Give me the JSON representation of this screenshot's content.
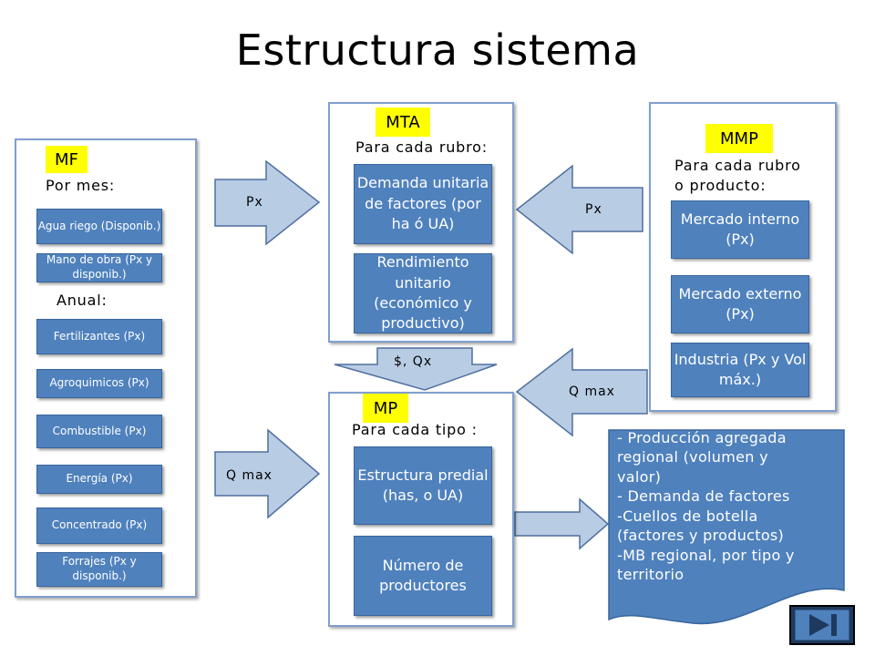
{
  "title": "Estructura sistema",
  "mf": {
    "tag": "MF",
    "por_mes": "Por mes:",
    "anual": "Anual:",
    "boxes": [
      "Agua riego (Disponib.)",
      "Mano de obra (Px y disponib.)",
      "Fertilizantes (Px)",
      "Agroquimicos (Px)",
      "Combustible (Px)",
      "Energía (Px)",
      "Concentrado (Px)",
      "Forrajes (Px y disponib.)"
    ]
  },
  "mta": {
    "tag": "MTA",
    "header": "Para cada rubro:",
    "boxes": [
      "Demanda unitaria de factores (por ha ó UA)",
      "Rendimiento unitario (económico y productivo)"
    ]
  },
  "mmp": {
    "tag": "MMP",
    "header_line1": "Para cada rubro",
    "header_line2": "o producto:",
    "boxes": [
      "Mercado interno (Px)",
      "Mercado externo (Px)",
      "Industria (Px y Vol máx.)"
    ]
  },
  "mp": {
    "tag": "MP",
    "header": "Para cada tipo :",
    "boxes": [
      "Estructura predial (has, o UA)",
      "Número de productores"
    ]
  },
  "arrows": {
    "mf_to_mta": "Px",
    "mmp_to_mta": "Px",
    "mta_to_mp": "$, Qx",
    "mmp_to_mp": "Q max",
    "mf_to_mp": "Q max"
  },
  "output": {
    "lines": [
      "- Producción agregada",
      "regional (volumen y",
      "valor)",
      "- Demanda de factores",
      "-Cuellos de botella",
      "(factores y productos)",
      "-MB regional, por tipo y",
      "territorio"
    ]
  },
  "colors": {
    "box_fill": "#4f81bd",
    "arrow_fill": "#b8cce4",
    "tag": "#ffff00",
    "frame_border": "#7f9fcf"
  },
  "icons": {
    "nav": "end-icon"
  }
}
